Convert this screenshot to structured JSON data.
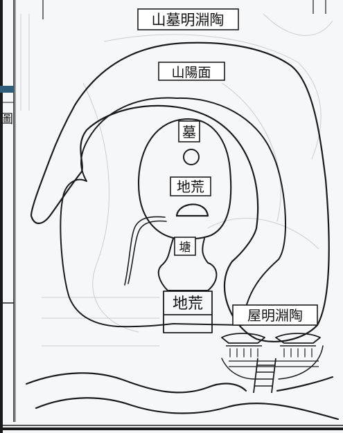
{
  "map": {
    "title": "山墓明淵陶",
    "hill_face": "山陽面",
    "tomb": "墓",
    "waste_land_upper": "地荒",
    "pond": "塘",
    "waste_land_lower": "地荒",
    "house": "屋明淵陶",
    "edge_glyph": "圖"
  },
  "colors": {
    "ink": "#1a1a1a",
    "paper": "#f6f7f9",
    "bleed": "#c9ccd3",
    "binding": "#2e5e7a"
  }
}
